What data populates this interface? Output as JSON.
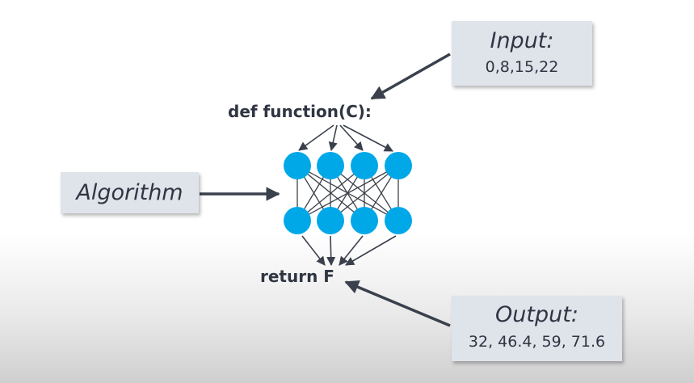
{
  "input_box": {
    "title": "Input:",
    "value": "0,8,15,22"
  },
  "algorithm_box": {
    "label": "Algorithm"
  },
  "output_box": {
    "title": "Output:",
    "value": "32, 46.4, 59, 71.6"
  },
  "code": {
    "def_line": "def function(C):",
    "return_line": "return F"
  },
  "network": {
    "layers": [
      4,
      4
    ],
    "node_color": "#00a8e8",
    "edge_color": "#3c4048"
  },
  "colors": {
    "box_fill": "#dfe3ea",
    "text": "#2f3542",
    "arrow": "#3a404c"
  }
}
